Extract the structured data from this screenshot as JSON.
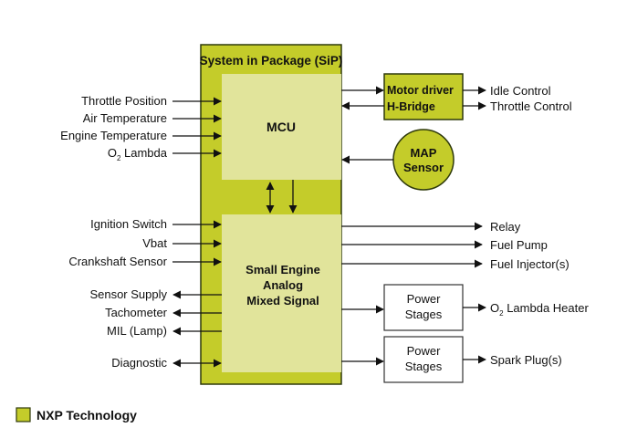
{
  "colors": {
    "nxp_green": "#c4cc2a",
    "inner_block": "#e1e49b",
    "border_dark": "#2f3a0a",
    "box_white": "#ffffff",
    "line": "#111111"
  },
  "sip": {
    "title": "System in Package (SiP)"
  },
  "mcu": {
    "label": "MCU"
  },
  "analog": {
    "lines": [
      "Small Engine",
      "Analog",
      "Mixed Signal"
    ]
  },
  "motor_driver": {
    "lines": [
      "Motor driver",
      "H-Bridge"
    ]
  },
  "map_sensor": {
    "lines": [
      "MAP",
      "Sensor"
    ]
  },
  "power_stage_1": {
    "lines": [
      "Power",
      "Stages"
    ]
  },
  "power_stage_2": {
    "lines": [
      "Power",
      "Stages"
    ]
  },
  "mcu_inputs": [
    {
      "label": "Throttle Position",
      "direction": "in"
    },
    {
      "label": "Air Temperature",
      "direction": "in"
    },
    {
      "label": "Engine Temperature",
      "direction": "in"
    },
    {
      "label_main": "O",
      "label_sub": "2",
      "label_rest": " Lambda",
      "direction": "in"
    }
  ],
  "analog_left": [
    {
      "label": "Ignition Switch",
      "direction": "in"
    },
    {
      "label": "Vbat",
      "direction": "in"
    },
    {
      "label": "Crankshaft Sensor",
      "direction": "in"
    },
    {
      "label": "Sensor Supply",
      "direction": "out"
    },
    {
      "label": "Tachometer",
      "direction": "out"
    },
    {
      "label": "MIL (Lamp)",
      "direction": "out"
    },
    {
      "label": "Diagnostic",
      "direction": "bidirectional"
    }
  ],
  "motor_outputs": [
    {
      "label": "Idle Control"
    },
    {
      "label": "Throttle Control"
    }
  ],
  "analog_right": [
    {
      "label": "Relay"
    },
    {
      "label": "Fuel Pump"
    },
    {
      "label": "Fuel Injector(s)"
    }
  ],
  "power_outputs": [
    {
      "label_main": "O",
      "label_sub": "2",
      "label_rest": " Lambda Heater"
    },
    {
      "label": "Spark Plug(s)"
    }
  ],
  "legend": {
    "label": "NXP Technology"
  }
}
